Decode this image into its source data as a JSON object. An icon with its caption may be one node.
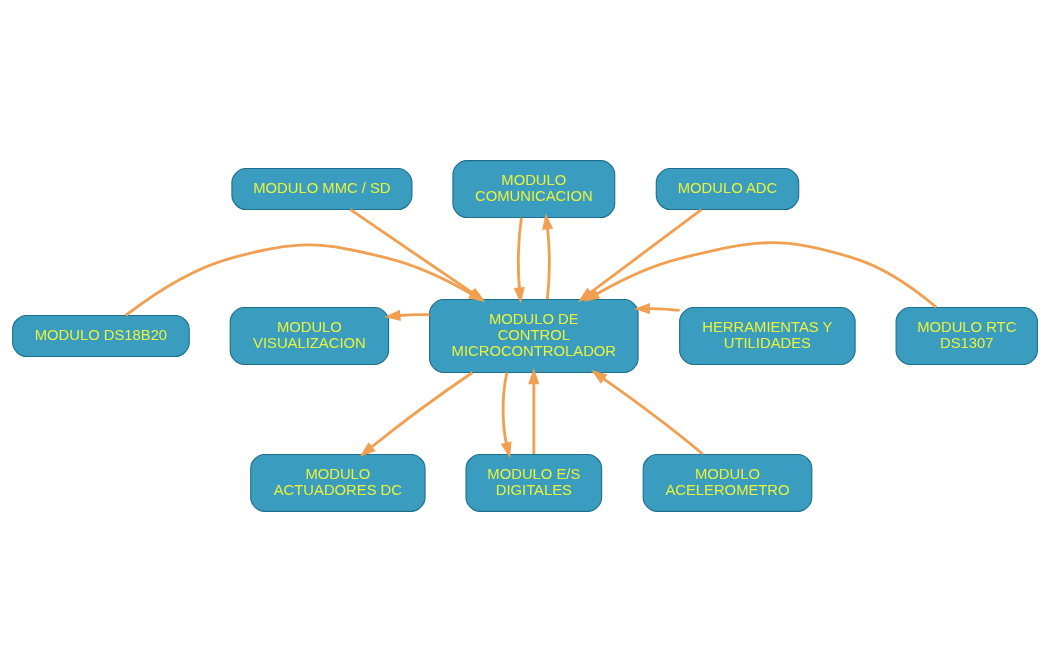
{
  "diagram": {
    "nodes": [
      {
        "text": [
          "MODULO MMC / SD"
        ]
      },
      {
        "text": [
          "MODULO COMUNICACION"
        ]
      },
      {
        "text": [
          "MODULO ADC"
        ]
      },
      {
        "text": [
          "MODULO DS18B20"
        ]
      },
      {
        "text": [
          "HERRAMIENTAS Y UTILIDADES"
        ]
      },
      {
        "text": [
          "MODULO DE CONTROL MICROCONTROLADOR"
        ]
      },
      {
        "text": [
          "MODULO VISUALIZACION"
        ]
      },
      {
        "text": [
          "MODULO RTC DS1307"
        ]
      },
      {
        "text": [
          "MODULO ACTUADORES DC"
        ]
      },
      {
        "text": [
          "MODULO E/S DIGITALES"
        ]
      },
      {
        "text": [
          "MODULO ACELEROMETRO"
        ]
      }
    ],
    "edges": [
      {
        "from": 0,
        "to": 5,
        "arrow": "to"
      },
      {
        "from": 1,
        "to": 5,
        "arrow": "to"
      },
      {
        "from": 5,
        "to": 1,
        "arrow": "to"
      },
      {
        "from": 2,
        "to": 5,
        "arrow": "to"
      },
      {
        "from": 3,
        "to": 5,
        "arrow": "to"
      },
      {
        "from": 4,
        "to": 5,
        "arrow": "to"
      },
      {
        "from": 5,
        "to": 6,
        "arrow": "to"
      },
      {
        "from": 7,
        "to": 5,
        "arrow": "to"
      },
      {
        "from": 5,
        "to": 8,
        "arrow": "to"
      },
      {
        "from": 5,
        "to": 9,
        "arrow": "to"
      },
      {
        "from": 9,
        "to": 5,
        "arrow": "to"
      },
      {
        "from": 10,
        "to": 5,
        "arrow": "to"
      }
    ]
  }
}
